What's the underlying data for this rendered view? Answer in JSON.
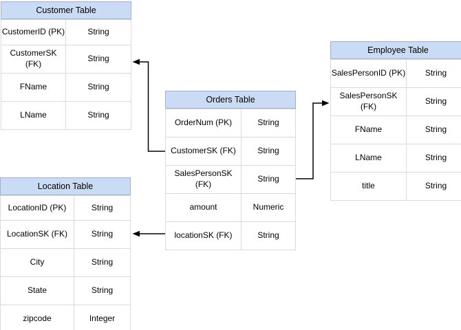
{
  "diagram": {
    "tables": [
      {
        "title": "Customer Table",
        "rows": [
          {
            "name": "CustomerID (PK)",
            "type": "String"
          },
          {
            "name": "CustomerSK\n(FK)",
            "type": "String"
          },
          {
            "name": "FName",
            "type": "String"
          },
          {
            "name": "LName",
            "type": "String"
          }
        ]
      },
      {
        "title": "Orders Table",
        "rows": [
          {
            "name": "OrderNum (PK)",
            "type": "String"
          },
          {
            "name": "CustomerSK (FK)",
            "type": "String"
          },
          {
            "name": "SalesPersonSK\n(FK)",
            "type": "String"
          },
          {
            "name": "amount",
            "type": "Numeric"
          },
          {
            "name": "locationSK (FK)",
            "type": "String"
          }
        ]
      },
      {
        "title": "Employee Table",
        "rows": [
          {
            "name": "SalesPersonID (PK)",
            "type": "String"
          },
          {
            "name": "SalesPersonSK\n(FK)",
            "type": "String"
          },
          {
            "name": "FName",
            "type": "String"
          },
          {
            "name": "LName",
            "type": "String"
          },
          {
            "name": "title",
            "type": "String"
          }
        ]
      },
      {
        "title": "Location Table",
        "rows": [
          {
            "name": "LocationID (PK)",
            "type": "String"
          },
          {
            "name": "LocationSK (FK)",
            "type": "String"
          },
          {
            "name": "City",
            "type": "String"
          },
          {
            "name": "State",
            "type": "String"
          },
          {
            "name": "zipcode",
            "type": "Integer"
          }
        ]
      }
    ],
    "relationships": [
      {
        "from": "Orders Table.CustomerSK (FK)",
        "to": "Customer Table.CustomerSK (FK)"
      },
      {
        "from": "Orders Table.SalesPersonSK (FK)",
        "to": "Employee Table.SalesPersonSK (FK)"
      },
      {
        "from": "Orders Table.locationSK (FK)",
        "to": "Location Table.LocationSK (FK)"
      }
    ],
    "colors": {
      "header_fill": "#cadcf5",
      "header_border": "#9eb0cd",
      "cell_border": "#d9d9d9",
      "connector": "#000000",
      "background": "#ffffff"
    }
  }
}
